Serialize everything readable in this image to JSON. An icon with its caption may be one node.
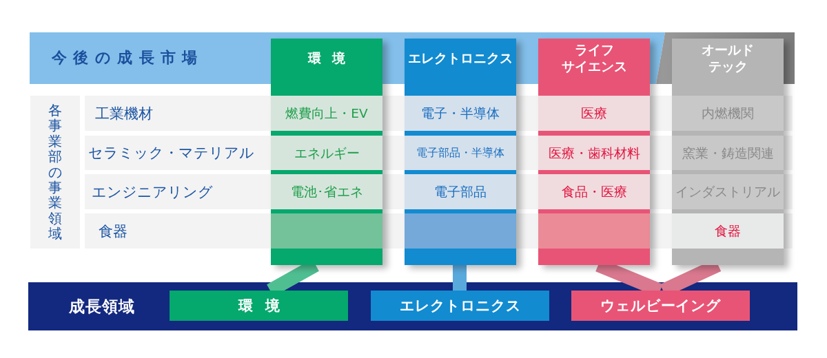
{
  "diagram": {
    "nodes": [
      {
        "text": [
          "今後の成長市場"
        ]
      },
      {
        "text": [
          "環境"
        ]
      },
      {
        "text": [
          "エレクトロニクス"
        ]
      },
      {
        "text": [
          "ライフサイエンス"
        ]
      },
      {
        "text": [
          "オールドテック"
        ]
      },
      {
        "text": [
          "各事業部の事業領域"
        ]
      },
      {
        "text": [
          "工業機材"
        ]
      },
      {
        "text": [
          "セラミック・マテリアル"
        ]
      },
      {
        "text": [
          "エンジニアリング"
        ]
      },
      {
        "text": [
          "食器"
        ]
      },
      {
        "text": [
          "燃費向上・EV"
        ],
        "in": 1
      },
      {
        "text": [
          "エネルギー"
        ],
        "in": 1
      },
      {
        "text": [
          "電池･省エネ"
        ],
        "in": 1
      },
      {
        "text": [],
        "shape": "box",
        "in": 1
      },
      {
        "text": [
          "電子・半導体"
        ],
        "in": 2
      },
      {
        "text": [
          "電子部品・半導体"
        ],
        "in": 2
      },
      {
        "text": [
          "電子部品"
        ],
        "in": 2
      },
      {
        "text": [],
        "shape": "box",
        "in": 2
      },
      {
        "text": [
          "医療"
        ],
        "in": 3
      },
      {
        "text": [
          "医療・歯科材料"
        ],
        "in": 3
      },
      {
        "text": [
          "食品・医療"
        ],
        "in": 3
      },
      {
        "text": [],
        "shape": "box",
        "in": 3
      },
      {
        "text": [
          "内燃機関"
        ],
        "in": 4
      },
      {
        "text": [
          "窯業・鋳造関連"
        ],
        "in": 4
      },
      {
        "text": [
          "インダストリアル"
        ],
        "in": 4
      },
      {
        "text": [
          "食器"
        ],
        "in": 4
      },
      {
        "text": [
          "成長領域"
        ]
      },
      {
        "text": [
          "環境"
        ],
        "in": 26
      },
      {
        "text": [
          "エレクトロニクス"
        ],
        "in": 26
      },
      {
        "text": [
          "ウェルビーイング"
        ],
        "in": 26
      }
    ],
    "edges": [
      {
        "from": 1,
        "to": 27,
        "arrow": "none",
        "color": "#4fbf92"
      },
      {
        "from": 2,
        "to": 28,
        "arrow": "none",
        "color": "#5aa9dd"
      },
      {
        "from": 3,
        "to": 29,
        "arrow": "none",
        "color": "#d9788e"
      },
      {
        "from": 4,
        "to": 29,
        "arrow": "none",
        "color": "#d9788e"
      }
    ]
  }
}
